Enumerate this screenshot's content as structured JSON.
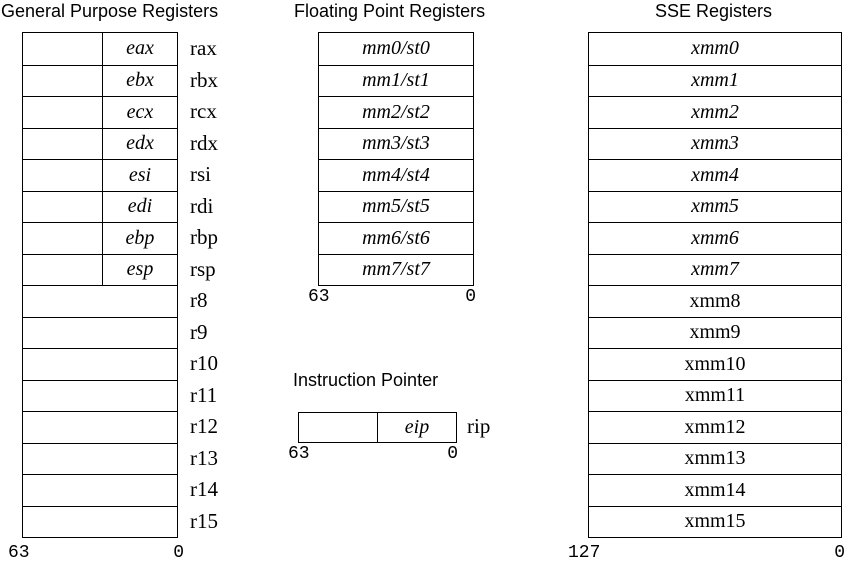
{
  "colors": {
    "line": "#000000",
    "background": "#ffffff",
    "text": "#000000"
  },
  "gp": {
    "title": "General Purpose Registers",
    "rows": [
      {
        "low32": "eax",
        "label": "rax"
      },
      {
        "low32": "ebx",
        "label": "rbx"
      },
      {
        "low32": "ecx",
        "label": "rcx"
      },
      {
        "low32": "edx",
        "label": "rdx"
      },
      {
        "low32": "esi",
        "label": "rsi"
      },
      {
        "low32": "edi",
        "label": "rdi"
      },
      {
        "low32": "ebp",
        "label": "rbp"
      },
      {
        "low32": "esp",
        "label": "rsp"
      },
      {
        "label": "r8"
      },
      {
        "label": "r9"
      },
      {
        "label": "r10"
      },
      {
        "label": "r11"
      },
      {
        "label": "r12"
      },
      {
        "label": "r13"
      },
      {
        "label": "r14"
      },
      {
        "label": "r15"
      }
    ],
    "bit_high": "63",
    "bit_low": "0"
  },
  "fp": {
    "title": "Floating Point Registers",
    "rows": [
      "mm0/st0",
      "mm1/st1",
      "mm2/st2",
      "mm3/st3",
      "mm4/st4",
      "mm5/st5",
      "mm6/st6",
      "mm7/st7"
    ],
    "bit_high": "63",
    "bit_low": "0"
  },
  "ip": {
    "title": "Instruction Pointer",
    "low32": "eip",
    "label": "rip",
    "bit_high": "63",
    "bit_low": "0"
  },
  "sse": {
    "title": "SSE Registers",
    "rows": [
      "xmm0",
      "xmm1",
      "xmm2",
      "xmm3",
      "xmm4",
      "xmm5",
      "xmm6",
      "xmm7",
      "xmm8",
      "xmm9",
      "xmm10",
      "xmm11",
      "xmm12",
      "xmm13",
      "xmm14",
      "xmm15"
    ],
    "bit_high": "127",
    "bit_low": "0"
  }
}
